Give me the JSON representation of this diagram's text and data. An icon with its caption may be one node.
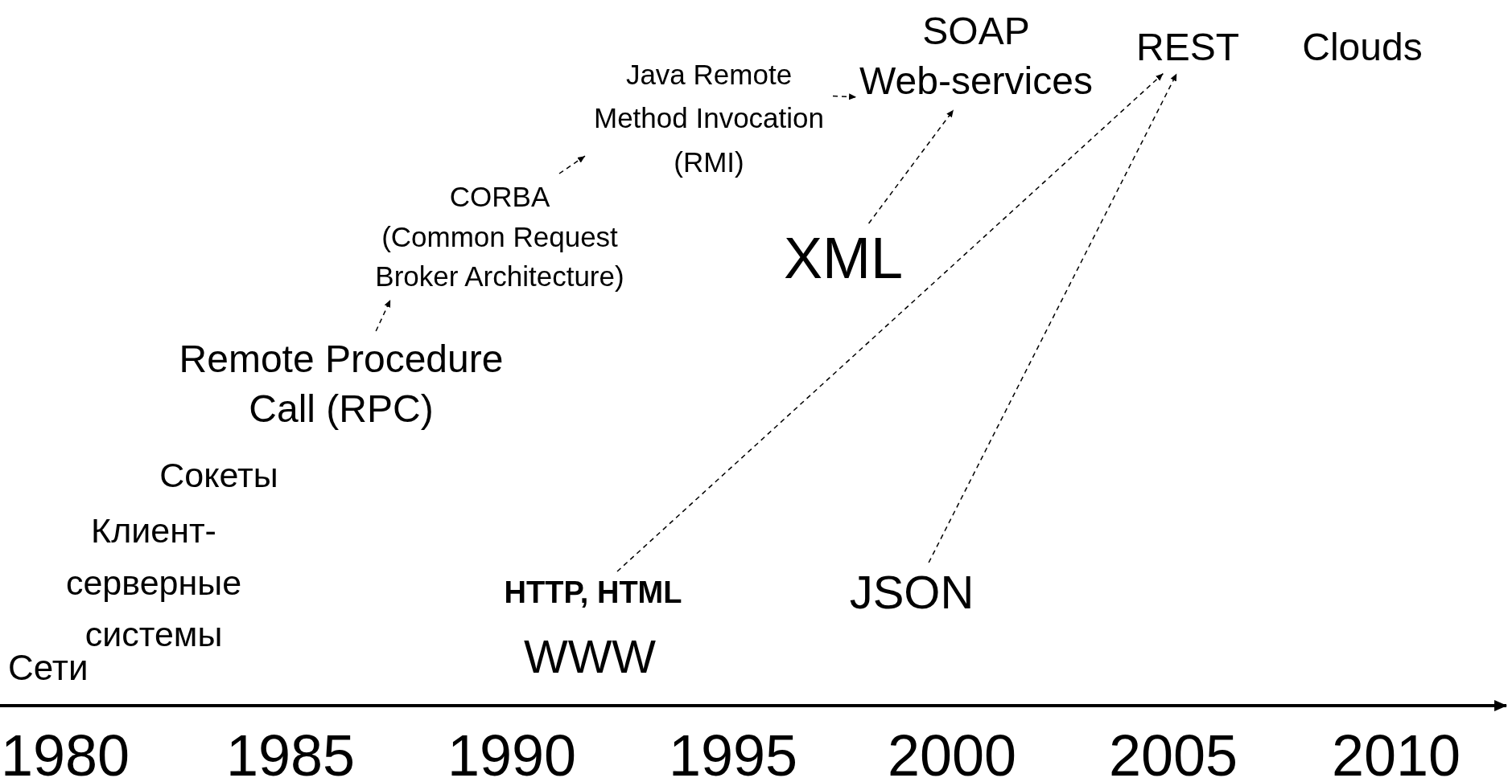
{
  "diagram": {
    "nodes": [
      {
        "text": [
          "Сети"
        ]
      },
      {
        "text": [
          "Клиент- серверные системы"
        ]
      },
      {
        "text": [
          "Сокеты"
        ]
      },
      {
        "text": [
          "Remote Procedure Call (RPC)"
        ]
      },
      {
        "text": [
          "CORBA",
          "(Common Request Broker Architecture)"
        ]
      },
      {
        "text": [
          "Java Remote Method Invocation (RMI)"
        ]
      },
      {
        "text": [
          "SOAP",
          "Web-services"
        ]
      },
      {
        "text": [
          "REST"
        ]
      },
      {
        "text": [
          "Clouds"
        ]
      },
      {
        "text": [
          "XML"
        ]
      },
      {
        "text": [
          "HTTP, HTML"
        ]
      },
      {
        "text": [
          "WWW"
        ]
      },
      {
        "text": [
          "JSON"
        ]
      }
    ],
    "edges": [
      {
        "from": 3,
        "to": 4,
        "arrow": "to",
        "style": "dashed"
      },
      {
        "from": 4,
        "to": 5,
        "arrow": "to",
        "style": "dashed"
      },
      {
        "from": 5,
        "to": 6,
        "arrow": "to",
        "style": "dashed"
      },
      {
        "from": 9,
        "to": 6,
        "arrow": "to",
        "style": "dashed"
      },
      {
        "from": 10,
        "to": 7,
        "arrow": "to",
        "style": "dashed"
      },
      {
        "from": 12,
        "to": 7,
        "arrow": "to",
        "style": "dashed"
      }
    ],
    "labels": [
      "1980",
      "1985",
      "1990",
      "1995",
      "2000",
      "2005",
      "2010"
    ]
  }
}
